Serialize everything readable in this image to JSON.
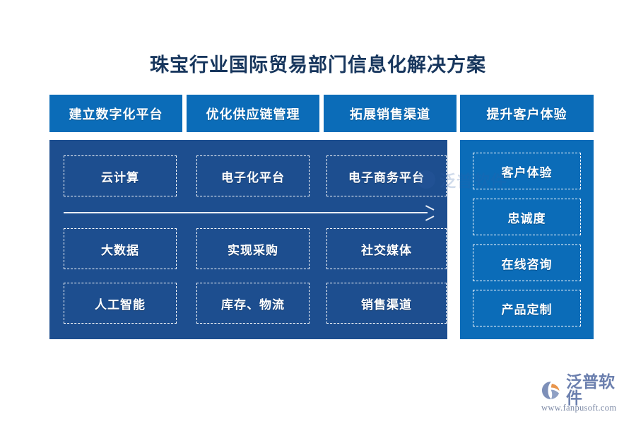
{
  "page": {
    "title": "珠宝行业国际贸易部门信息化解决方案",
    "background_color": "#ffffff"
  },
  "colors": {
    "header_blue": "#0b6cb8",
    "panel_dark_blue": "#1d4e8f",
    "panel_light_blue": "#0b6cb8",
    "title_navy": "#17365d",
    "cell_border": "#ffffff",
    "brand_text": "#6b7fae",
    "brand_accent": "#e8954c"
  },
  "headers": [
    {
      "label": "建立数字化平台"
    },
    {
      "label": "优化供应链管理"
    },
    {
      "label": "拓展销售渠道"
    },
    {
      "label": "提升客户体验"
    }
  ],
  "left_panel": {
    "rows": [
      {
        "cells": [
          "云计算",
          "电子化平台",
          "电子商务平台"
        ]
      },
      {
        "cells": [
          "大数据",
          "实现采购",
          "社交媒体"
        ]
      },
      {
        "cells": [
          "人工智能",
          "库存、物流",
          "销售渠道"
        ]
      }
    ],
    "arrow": {
      "icon": "arrow-right-icon",
      "direction": "right"
    }
  },
  "right_panel": {
    "cells": [
      "客户体验",
      "忠诚度",
      "在线咨询",
      "产品定制"
    ]
  },
  "watermark": {
    "text": "泛普软件"
  },
  "brand": {
    "name": "泛普软件",
    "url": "www.fanpusoft.com",
    "mark_icon": "fanpu-logo-icon"
  }
}
